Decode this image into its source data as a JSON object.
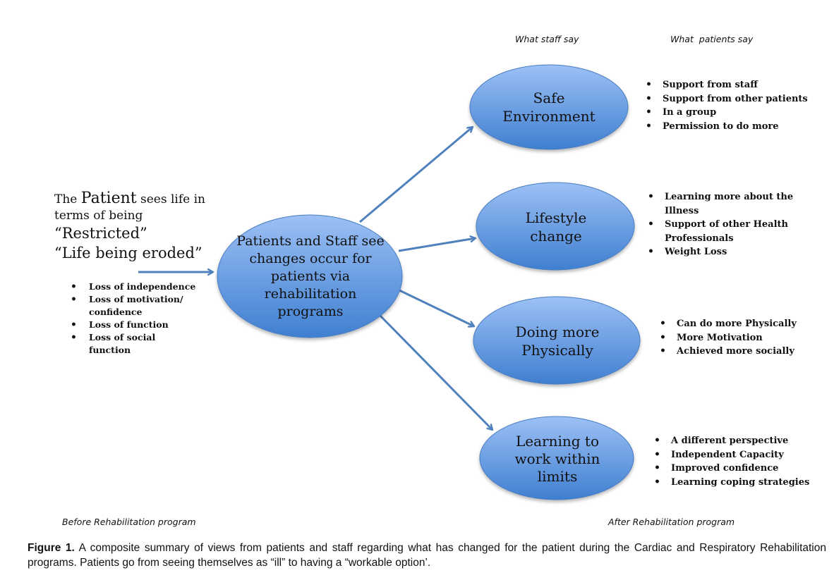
{
  "column_headers": {
    "staff": "What staff say",
    "patients": "What  patients say"
  },
  "patient_state": {
    "line1_pre": "The ",
    "line1_big": "Patient",
    "line1_post": " sees life in",
    "line2": "terms of being",
    "line3": "“Restricted”",
    "line4": "“Life being eroded”",
    "losses": [
      "Loss of independence",
      "Loss of motivation/ confidence",
      "Loss of function",
      "Loss of social function"
    ]
  },
  "center": {
    "label": "Patients and Staff see changes occur for patients via rehabilitation programs"
  },
  "outcomes": [
    {
      "label": "Safe Environment",
      "patient_says": [
        "Support from staff",
        "Support from other patients",
        "In a group",
        "Permission to do more"
      ]
    },
    {
      "label": "Lifestyle change",
      "patient_says": [
        "Learning more about the Illness",
        "Support of other Health Professionals",
        "Weight Loss"
      ]
    },
    {
      "label": "Doing more Physically",
      "patient_says": [
        "Can do more Physically",
        "More Motivation",
        "Achieved more socially"
      ]
    },
    {
      "label": "Learning to work within limits",
      "patient_says": [
        "A different perspective",
        "Independent Capacity",
        "Improved confidence",
        "Learning coping strategies"
      ]
    }
  ],
  "phases": {
    "before": "Before Rehabilitation program",
    "after": "After Rehabilitation program"
  },
  "caption": {
    "label": "Figure 1.",
    "text": " A composite summary of views from patients and staff regarding what has changed for the patient during the Cardiac and Respiratory Rehabilitation programs. Patients go from seeing themselves as “ill” to having a “workable option’."
  },
  "colors": {
    "ellipse_top": "#9cc0f5",
    "ellipse_bottom": "#3f7fd0",
    "ellipse_stroke": "#4a7ec2",
    "arrow": "#4f81bd"
  }
}
